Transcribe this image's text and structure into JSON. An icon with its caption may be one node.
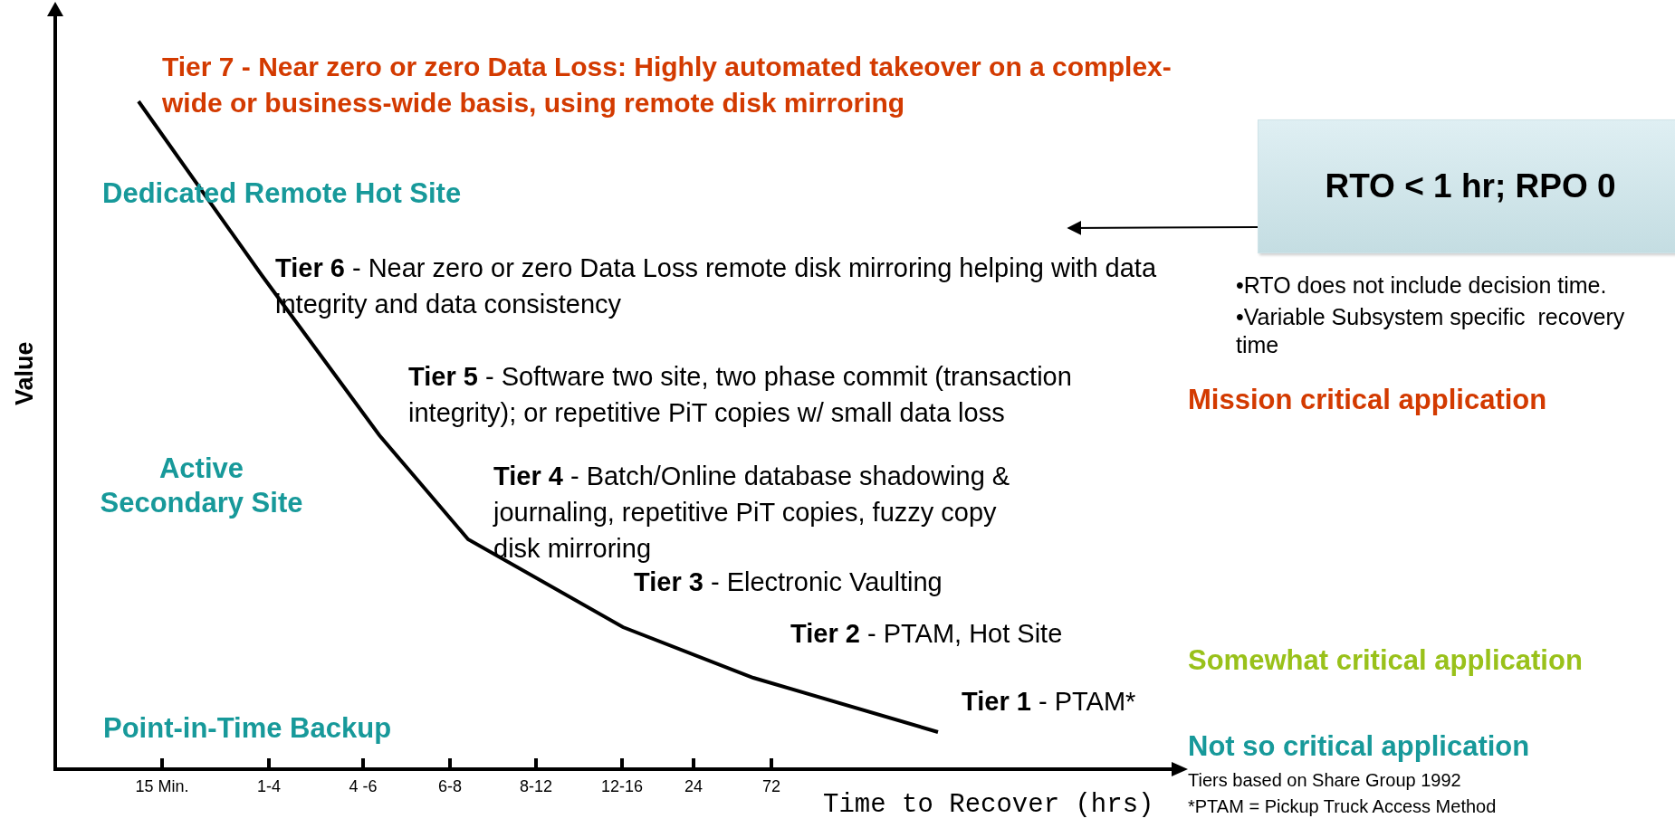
{
  "diagram": {
    "nodes": [
      {
        "text": [
          "RTO < 1 hr; RPO 0"
        ]
      },
      {
        "text": [
          "**Tier 6** - Near zero or zero Data Loss remote disk mirroring helping with data integrity and data consistency"
        ]
      }
    ],
    "edges": [
      {
        "from": 0,
        "to": 1,
        "arrow": "to"
      }
    ],
    "labels": [
      "Value",
      "Tier 7 - Near zero or zero Data Loss: Highly automated takeover on a complex-wide or business-wide basis, using remote disk mirroring",
      "Dedicated Remote Hot Site",
      "•RTO does not include decision time.",
      "•Variable Subsystem specific  recovery time",
      "**Tier 5** - Software two site, two phase commit (transaction integrity); or repetitive PiT copies w/ small data loss",
      "Mission critical application",
      "Active Secondary Site",
      "**Tier 4** - Batch/Online database shadowing & journaling, repetitive PiT copies, fuzzy copy disk mirroring",
      "**Tier 3** - Electronic Vaulting",
      "**Tier 2** - PTAM, Hot Site",
      "Somewhat critical application",
      "**Tier 1** - PTAM*",
      "Point-in-Time Backup",
      "Not so critical application",
      "15 Min.",
      "1-4",
      "4 -6",
      "6-8",
      "8-12",
      "12-16",
      "24",
      "72",
      "Tiers based on Share Group 1992",
      "Time to Recover (hrs)",
      "*PTAM = Pickup Truck Access Method"
    ]
  }
}
